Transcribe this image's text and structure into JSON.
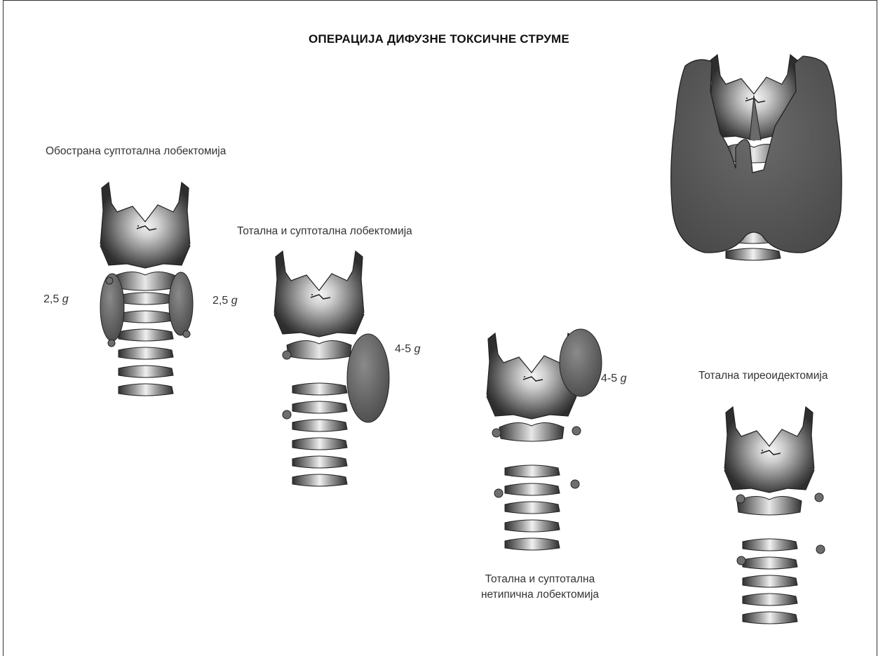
{
  "title": "ОПЕРАЦИЈА ДИФУЗНЕ ТОКСИЧНЕ СТРУМЕ",
  "panels": [
    {
      "label": "Обострана суптотална лобектомија",
      "weight_left": "2,5",
      "weight_right": "2,5",
      "unit": "g"
    },
    {
      "label": "Тотална и суптотална лобектомија",
      "weight": "4-5",
      "unit": "g"
    },
    {
      "label_line1": "Тотална и суптотална",
      "label_line2": "нетипична лобектомија",
      "weight": "4-5",
      "unit": "g"
    },
    {
      "label": "Тотална тиреоидектомија"
    }
  ],
  "colors": {
    "cartilage_dark": "#3a3a3a",
    "cartilage_light": "#f4f4f4",
    "gland": "#5a5a5a",
    "nodule": "#6b6b6b"
  }
}
